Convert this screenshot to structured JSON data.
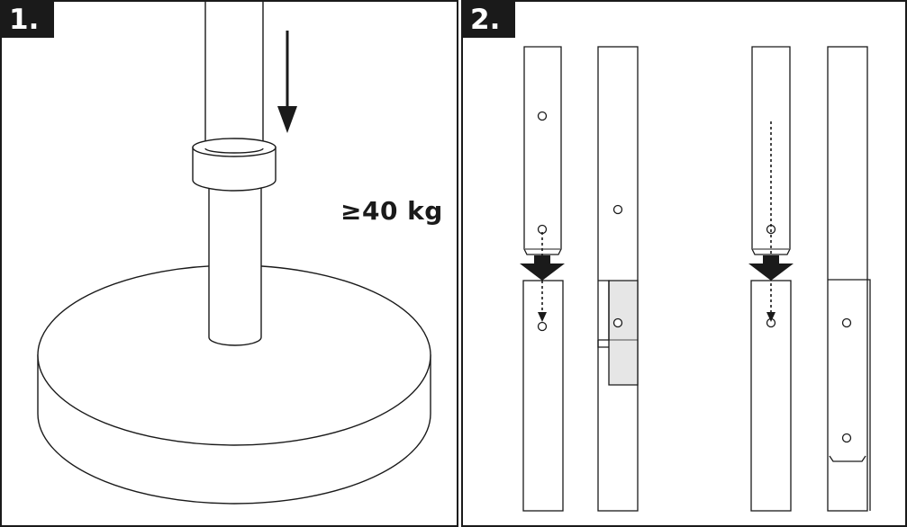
{
  "panel1": {
    "step_label": "1.",
    "weight_label": "≥40 kg"
  },
  "panel2": {
    "step_label": "2."
  },
  "colors": {
    "line": "#1a1a1a",
    "badge": "#1a1a1a",
    "sleeve_fill": "#e6e6e6"
  }
}
